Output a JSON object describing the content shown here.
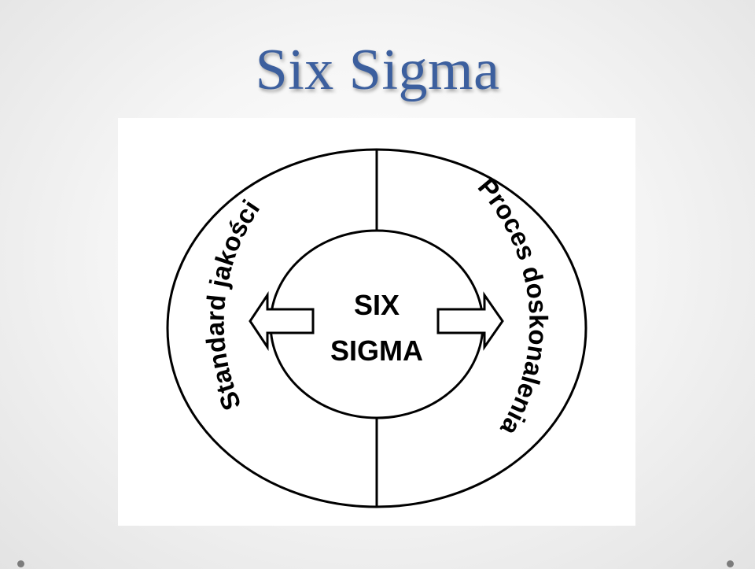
{
  "slide": {
    "title": "Six Sigma",
    "title_color": "#3c5f9e"
  },
  "diagram": {
    "center_line_1": "SIX",
    "center_line_2": "SIGMA",
    "left_arc_label": "Standard jakości",
    "right_arc_label": "Proces doskonalenia",
    "left_arrow_icon": "left-arrow-icon",
    "right_arrow_icon": "right-arrow-icon"
  }
}
